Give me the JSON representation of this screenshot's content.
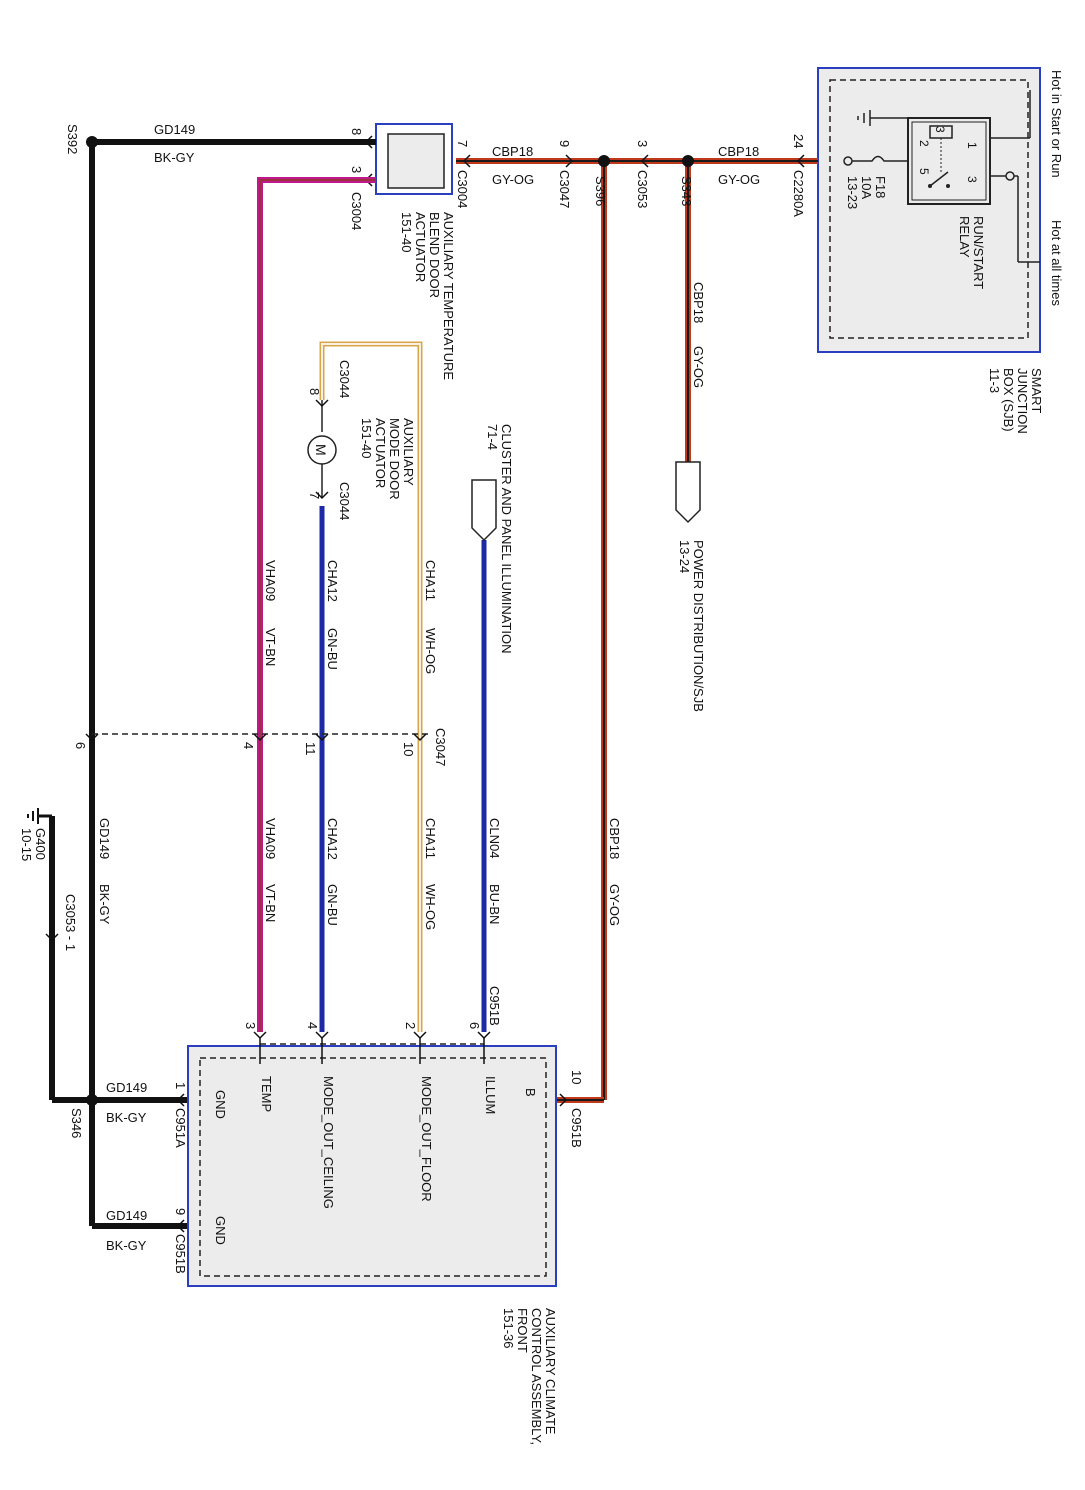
{
  "colors": {
    "wire_black": "#111111",
    "wire_gy_og": "#c0391b",
    "wire_gy_og_core": "#1a1a1a",
    "wire_violet": "#c0188c",
    "wire_vt_bn_core": "#8a3a22",
    "wire_blue": "#1c2aa6",
    "wire_wh_og": "#d9a54a",
    "wire_wh_og_core": "#f8f0e0",
    "module_border": "#2a3fbf",
    "module_fill": "#ececec"
  },
  "splices": {
    "s392": "S392",
    "s396": "S396",
    "s343": "S343",
    "s346": "S346"
  },
  "wires": {
    "gd149": "GD149",
    "bk_gy": "BK-GY",
    "cbp18": "CBP18",
    "gy_og": "GY-OG",
    "vha09": "VHA09",
    "vt_bn": "VT-BN",
    "cha12": "CHA12",
    "gn_bu": "GN-BU",
    "cha11": "CHA11",
    "wh_og": "WH-OG",
    "cln04": "CLN04",
    "bu_bn": "BU-BN"
  },
  "connectors": {
    "c3004": "C3004",
    "c3047": "C3047",
    "c3053": "C3053",
    "c2280a": "C2280A",
    "c3044": "C3044",
    "c951a": "C951A",
    "c951b": "C951B",
    "c3053_1": "C3053 - 1"
  },
  "pins": {
    "p8": "8",
    "p3": "3",
    "p7": "7",
    "p9": "9",
    "p24": "24",
    "p6": "6",
    "p4": "4",
    "p11": "11",
    "p10": "10",
    "p2": "2",
    "p1": "1",
    "p5": "5"
  },
  "sjb": {
    "title": [
      "SMART",
      "JUNCTION",
      "BOX (SJB)",
      "11-3"
    ],
    "fuse": [
      "F18",
      "10A",
      "13-23"
    ],
    "relay": [
      "RUN/START",
      "RELAY"
    ],
    "hot_run": "Hot in Start or Run",
    "hot_all": "Hot at all times"
  },
  "blend_actuator": [
    "AUXILIARY TEMPERATURE",
    "BLEND DOOR",
    "ACTUATOR",
    "151-40"
  ],
  "mode_actuator": [
    "AUXILIARY",
    "MODE DOOR",
    "ACTUATOR",
    "151-40"
  ],
  "motor_symbol": "M",
  "cluster": [
    "CLUSTER AND PANEL ILLUMINATION",
    "71-4"
  ],
  "power_dist": [
    "POWER DISTRIBUTION/SJB",
    "13-24"
  ],
  "ground": [
    "G400",
    "10-15"
  ],
  "module": {
    "title": [
      "AUXILIARY CLIMATE",
      "CONTROL ASSEMBLY,",
      "FRONT",
      "151-36"
    ],
    "section": "B",
    "pins": {
      "gnd": "GND",
      "temp": "TEMP",
      "mode_ceiling": "MODE_OUT_CEILING",
      "mode_floor": "MODE_OUT_FLOOR",
      "illum": "ILLUM"
    }
  }
}
